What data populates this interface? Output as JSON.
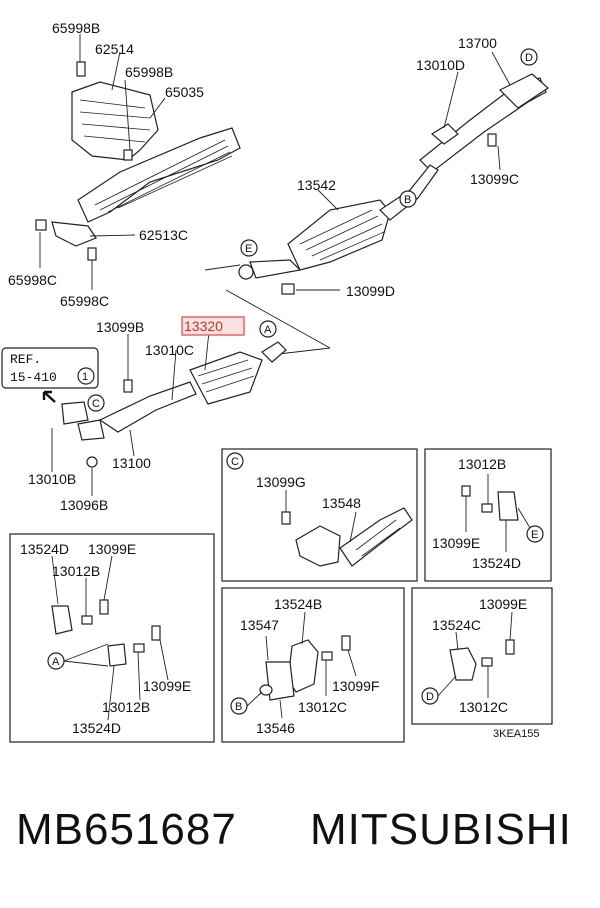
{
  "labels": {
    "l65998B_top": "65998B",
    "l62514": "62514",
    "l65998B_mid": "65998B",
    "l65035": "65035",
    "l62513C": "62513C",
    "l65998C_left": "65998C",
    "l65998C_bottom": "65998C",
    "l13700": "13700",
    "l13010D": "13010D",
    "l13099C": "13099C",
    "l13542": "13542",
    "l13099D": "13099D",
    "l13099B": "13099B",
    "l13320": "13320",
    "l13010C": "13010C",
    "l13010B": "13010B",
    "l13100": "13100",
    "l13096B": "13096B",
    "l13099G": "13099G",
    "l13548": "13548",
    "l13012B_r": "13012B",
    "l13099E_r": "13099E",
    "l13524D_r": "13524D",
    "l13524D_a": "13524D",
    "l13099E_a": "13099E",
    "l13012B_a": "13012B",
    "l13099E_a2": "13099E",
    "l13012B_a2": "13012B",
    "l13524D_a2": "13524D",
    "l13524B": "13524B",
    "l13547": "13547",
    "l13099F": "13099F",
    "l13012C_b": "13012C",
    "l13546": "13546",
    "l13099E_d": "13099E",
    "l13524C": "13524C",
    "l13012C_d": "13012C",
    "code": "3KEA155"
  },
  "ref": {
    "line1": "REF.",
    "line2": "15-410",
    "circle": "1"
  },
  "callouts": {
    "A": "A",
    "B": "B",
    "C": "C",
    "D": "D",
    "E": "E"
  },
  "footer": {
    "part_number": "MB651687",
    "brand": "MITSUBISHI"
  },
  "colors": {
    "highlight": "#e85a5a",
    "highlight_fill": "#fbe3e3",
    "ink": "#222222"
  }
}
